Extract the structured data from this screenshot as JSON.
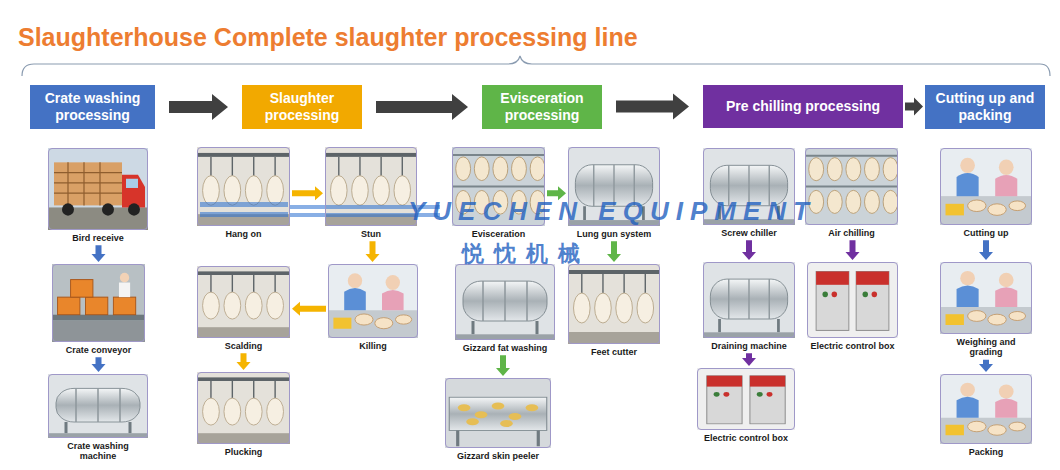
{
  "diagram": {
    "title": "Slaughterhouse Complete slaughter processing line",
    "nodes": [
      {
        "text": [
          "Crate washing processing"
        ]
      },
      {
        "text": [
          "Slaughter processing"
        ]
      },
      {
        "text": [
          "Evisceration processing"
        ]
      },
      {
        "text": [
          "Pre chilling processing"
        ]
      },
      {
        "text": [
          "Cutting up and packing"
        ]
      },
      {
        "text": [
          "Bird receive"
        ]
      },
      {
        "text": [
          "Crate conveyor"
        ]
      },
      {
        "text": [
          "Crate washing machine"
        ]
      },
      {
        "text": [
          "Hang on"
        ]
      },
      {
        "text": [
          "Stun"
        ]
      },
      {
        "text": [
          "Scalding"
        ]
      },
      {
        "text": [
          "Killing"
        ]
      },
      {
        "text": [
          "Plucking"
        ]
      },
      {
        "text": [
          "Evisceration"
        ]
      },
      {
        "text": [
          "Lung gun system"
        ]
      },
      {
        "text": [
          "Gizzard fat washing"
        ]
      },
      {
        "text": [
          "Feet cutter"
        ]
      },
      {
        "text": [
          "Gizzard skin peeler"
        ]
      },
      {
        "text": [
          "Screw chiller"
        ]
      },
      {
        "text": [
          "Air chilling"
        ]
      },
      {
        "text": [
          "Draining machine"
        ]
      },
      {
        "text": [
          "Electric control box"
        ]
      },
      {
        "text": [
          "Electric control box"
        ]
      },
      {
        "text": [
          "Cutting up"
        ]
      },
      {
        "text": [
          "Weighing and grading"
        ]
      },
      {
        "text": [
          "Packing"
        ]
      }
    ],
    "edges": [
      {
        "from": 0,
        "to": 1,
        "arrow": "to"
      },
      {
        "from": 1,
        "to": 2,
        "arrow": "to"
      },
      {
        "from": 2,
        "to": 3,
        "arrow": "to"
      },
      {
        "from": 3,
        "to": 4,
        "arrow": "to"
      },
      {
        "from": 5,
        "to": 6,
        "arrow": "to"
      },
      {
        "from": 6,
        "to": 7,
        "arrow": "to"
      },
      {
        "from": 8,
        "to": 9,
        "arrow": "to"
      },
      {
        "from": 9,
        "to": 11,
        "arrow": "to"
      },
      {
        "from": 11,
        "to": 10,
        "arrow": "to"
      },
      {
        "from": 10,
        "to": 12,
        "arrow": "to"
      },
      {
        "from": 13,
        "to": 14,
        "arrow": "to"
      },
      {
        "from": 14,
        "to": 16,
        "arrow": "to"
      },
      {
        "from": 15,
        "to": 17,
        "arrow": "to"
      },
      {
        "from": 18,
        "to": 20,
        "arrow": "to"
      },
      {
        "from": 20,
        "to": 22,
        "arrow": "to"
      },
      {
        "from": 19,
        "to": 21,
        "arrow": "to"
      },
      {
        "from": 23,
        "to": 24,
        "arrow": "to"
      },
      {
        "from": 24,
        "to": 25,
        "arrow": "to"
      }
    ],
    "labels": [
      "YUECHEN EQUIPMENT",
      "悦忱机械"
    ]
  }
}
